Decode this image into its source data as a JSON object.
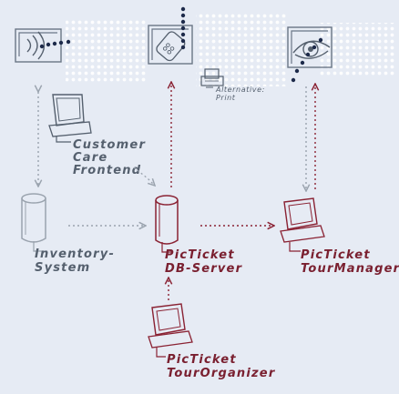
{
  "labels": {
    "customer_care": [
      "Customer",
      "Care",
      "Frontend"
    ],
    "alternative_print": [
      "Alternative:",
      "Print"
    ],
    "inventory": [
      "Inventory-",
      "System"
    ],
    "db_server": [
      "PicTicket",
      "DB-Server"
    ],
    "tour_manager": [
      "PicTicket",
      "TourManager"
    ],
    "tour_organizer": [
      "PicTicket",
      "TourOrganizer"
    ]
  },
  "colors": {
    "background": "#e6ebf4",
    "gray_line": "#9aa3ae",
    "red_line": "#8a2233",
    "red_text": "#7a2030",
    "gray_text": "#55606e",
    "dot_pattern": "#ffffff"
  },
  "icons": {
    "top_left": "rfid-card-reader-icon",
    "top_middle": "handheld-scanner-icon",
    "top_right": "eye-scanner-icon",
    "printer": "printer-icon",
    "computer": "computer-monitor-icon",
    "database": "database-cylinder-icon"
  }
}
